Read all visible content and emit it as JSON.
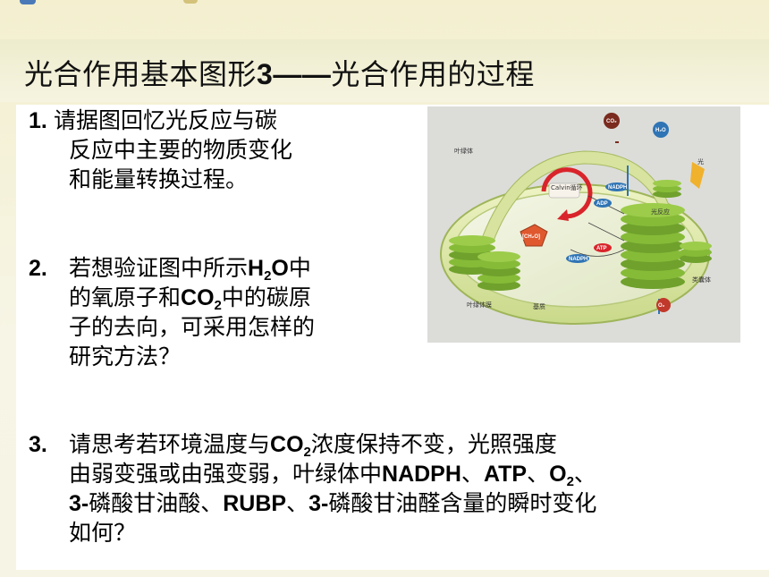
{
  "slide": {
    "title_prefix": "光合作用基本图形",
    "title_num": "3",
    "title_dash": "——",
    "title_suffix": "光合作用的过程"
  },
  "questions": {
    "q1": {
      "num": "1.",
      "line1": "请据图回忆光反应与碳",
      "line2": "反应中主要的物质变化",
      "line3": "和能量转换过程。"
    },
    "q2": {
      "num": "2.",
      "line1_a": "若想验证图中所示",
      "line1_h": "H",
      "line1_sub": "2",
      "line1_o": "O",
      "line1_b": "中",
      "line2_a": "的氧原子和",
      "line2_co": "CO",
      "line2_sub": "2",
      "line2_b": "中的碳原",
      "line3": "子的去向，可采用怎样的",
      "line4": "研究方法？"
    },
    "q3": {
      "num": "3.",
      "line1_a": "请思考若环境温度与",
      "line1_co": "CO",
      "line1_sub": "2",
      "line1_b": "浓度保持不变，光照强度",
      "line2_a": "由弱变强或由强变弱，叶绿体中",
      "line2_nadph": "NADPH",
      "line2_sep1": "、",
      "line2_atp": "ATP",
      "line2_sep2": "、",
      "line2_o": "O",
      "line2_sub": "2",
      "line2_end": "、",
      "line3_a": "3-",
      "line3_b": "磷酸甘油酸、",
      "line3_rubp": "RUBP",
      "line3_c": "、",
      "line3_d": "3-",
      "line3_e": "磷酸甘油醛含量的瞬时变化",
      "line4": "如何？"
    }
  },
  "figure": {
    "labels": {
      "chloroplast": "叶绿体",
      "light": "光",
      "calvin": "Calvin循环",
      "light_reaction": "光反应",
      "thylakoid": "类囊体",
      "membrane": "叶绿体膜",
      "stroma": "基质"
    },
    "molecules": {
      "co2": "CO₂",
      "h2o": "H₂O",
      "o2": "O₂",
      "nadph_top": "NADPH",
      "adp": "ADP",
      "atp": "ATP",
      "nadph_bottom": "NADPH",
      "sugar": "[CH₂O]"
    },
    "colors": {
      "background": "#dcddd9",
      "envelope": "#d9e6a0",
      "granum": "#8ec43a",
      "calvin_arrow": "#d9242b",
      "co2_circle": "#7a2a1e",
      "h2o_circle": "#2f74b5",
      "o2_circle": "#c0392b",
      "light_arrow": "#f0b12c",
      "sugar": "#e0582e"
    }
  }
}
